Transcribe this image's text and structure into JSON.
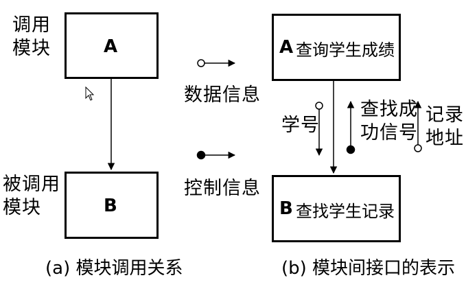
{
  "diagram_a": {
    "caller_label": [
      "调用",
      "模块"
    ],
    "callee_label": [
      "被调用",
      "模块"
    ],
    "box_top": "A",
    "box_bottom": "B",
    "caption": "(a)  模块调用关系"
  },
  "legend": {
    "data_info": "数据信息",
    "control_info": "控制信息"
  },
  "diagram_b": {
    "box_top_prefix": "A",
    "box_top_text": "查询学生成绩",
    "box_bottom_prefix": "B",
    "box_bottom_text": "查找学生记录",
    "param_student_id": "学号",
    "param_found_flag": [
      "查找成",
      "功信号"
    ],
    "param_record_addr": [
      "记录",
      "地址"
    ],
    "caption": "(b)  模块间接口的表示"
  }
}
